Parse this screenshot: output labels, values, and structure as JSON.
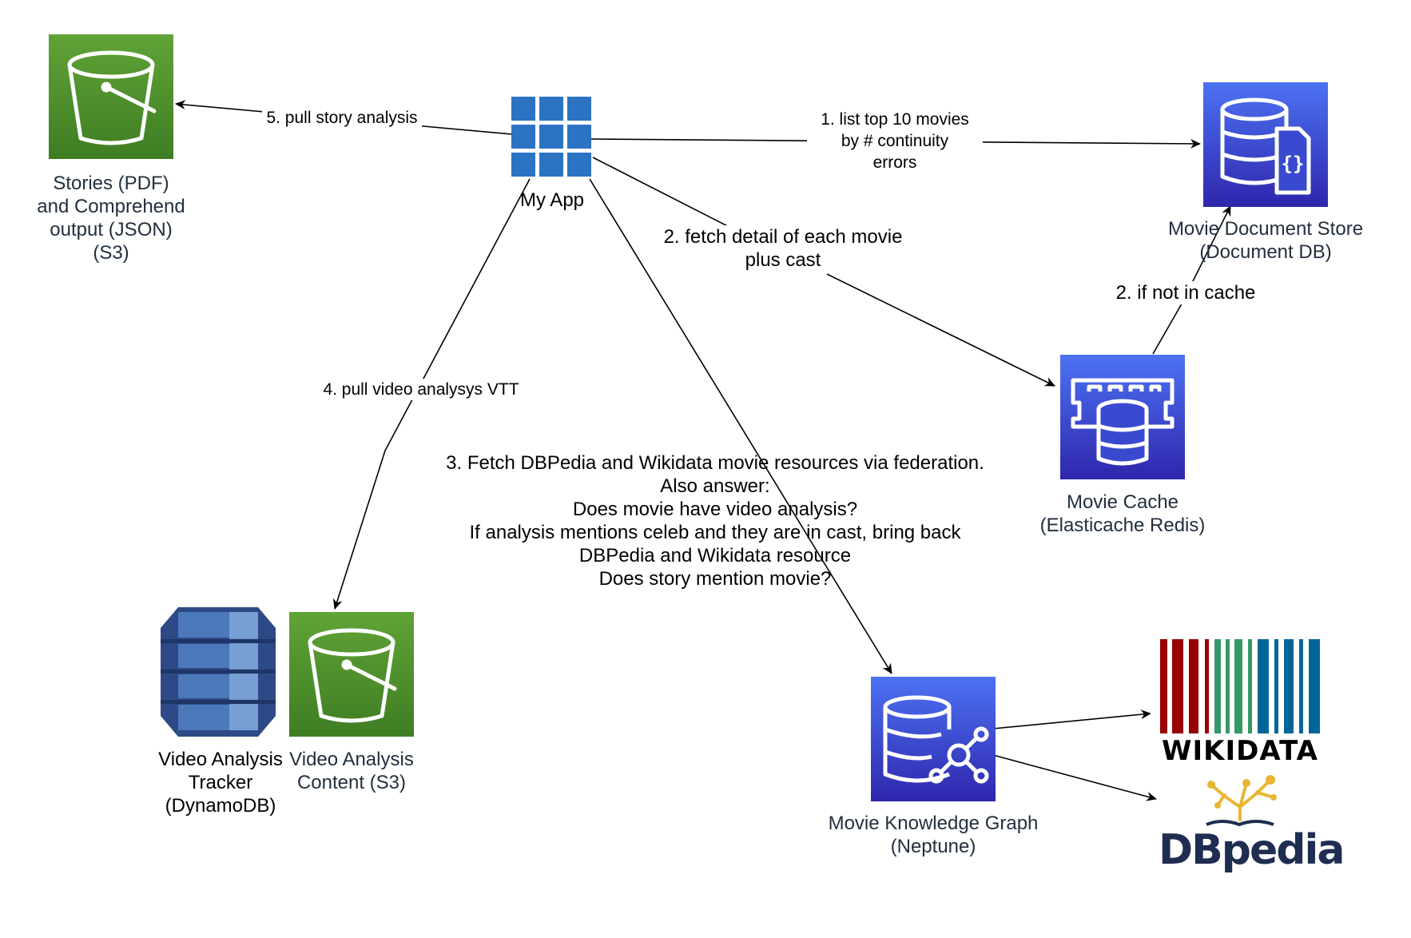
{
  "nodes": {
    "my_app": "My App",
    "stories": [
      "Stories (PDF)",
      "and Comprehend",
      "output (JSON)",
      "(S3)"
    ],
    "doc_store": [
      "Movie Document Store",
      "(Document DB)"
    ],
    "cache": [
      "Movie Cache",
      "(Elasticache Redis)"
    ],
    "tracker": [
      "Video Analysis",
      "Tracker",
      "(DynamoDB)"
    ],
    "content": [
      "Video Analysis",
      "Content (S3)"
    ],
    "graph": [
      "Movie Knowledge Graph",
      "(Neptune)"
    ],
    "wikidata_logo": "WIKIDATA",
    "dbpedia_logo": "DBpedia"
  },
  "edges": {
    "e1": [
      "1. list top 10 movies",
      "by # continuity",
      "errors"
    ],
    "e2a": [
      "2. fetch detail of each movie",
      "plus cast"
    ],
    "e2b": "2. if not in cache",
    "e3": [
      "3. Fetch DBPedia and Wikidata movie resources via federation.",
      "Also answer:",
      "Does movie have video analysis?",
      "If analysis mentions celeb and they are in cast, bring back",
      "DBPedia and Wikidata resource",
      "Does story mention movie?"
    ],
    "e4": "4. pull video analysys VTT",
    "e5": "5. pull story analysis"
  },
  "colors": {
    "s3_top": "#60a337",
    "s3_bottom": "#3f7d23",
    "db_top": "#4d72f3",
    "db_bottom": "#2e27ad",
    "app_blue": "#2c73c4",
    "dynamo_dark": "#2e4a86",
    "dynamo_mid": "#4a78b8",
    "dynamo_light": "#7fa6d8",
    "wikidata_red": "#990000",
    "wikidata_green": "#339966",
    "wikidata_blue": "#006699",
    "dbpedia_gold": "#e9b632",
    "dbpedia_navy": "#1f2d50"
  },
  "icons": {
    "my_app": "grid-app-icon",
    "stories": "s3-bucket-icon",
    "doc_store": "documentdb-icon",
    "cache": "elasticache-icon",
    "tracker": "dynamodb-icon",
    "content": "s3-bucket-icon",
    "graph": "neptune-icon"
  }
}
